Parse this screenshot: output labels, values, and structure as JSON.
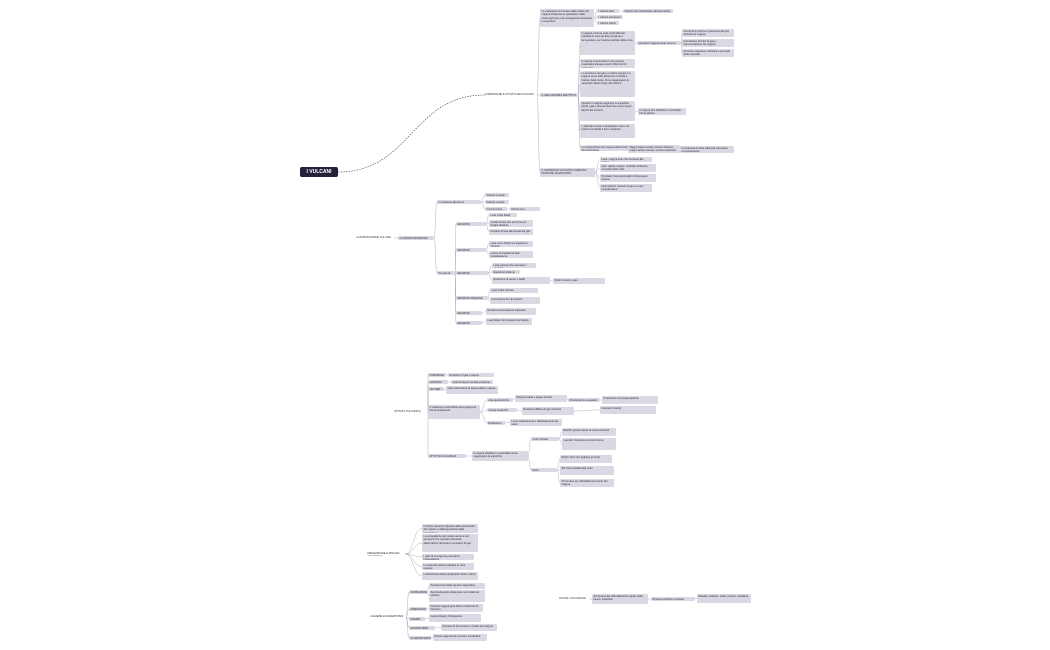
{
  "root": {
    "label": "I VULCANI"
  },
  "nodes": [
    {
      "id": "b1",
      "text": "FORMAZIONE E ATTIVITÀ DEI VULCANI"
    },
    {
      "id": "b1a",
      "text": "Le vulcaniche si formano dalla risalita del magma attraverso le spaccature della crosta terrestre e la conseguente fuoriuscita in superficie"
    },
    {
      "id": "b1a1",
      "text": "I vulcani attivi"
    },
    {
      "id": "b1a2",
      "text": "I vulcani quiescenti"
    },
    {
      "id": "b1a3",
      "text": "I vulcani spenti"
    },
    {
      "id": "b1a1x",
      "text": "Vulcani che manifestano attività eruttiva"
    },
    {
      "id": "b1b",
      "text": "IL MECCANISMO ERUTTIVO"
    },
    {
      "id": "b1b1",
      "text": "Il magma si forma nelle profondità del mantello in zone ad alta pressione e temperatura, per fusione parziale delle rocce"
    },
    {
      "id": "b1b1x",
      "text": "Quando il magma risale verso la superficie"
    },
    {
      "id": "b1b1x1",
      "text": "Aumento di volume e pressione dei gas disciolti nel magma"
    },
    {
      "id": "b1b1x2",
      "text": "Formazione di bolle di gas e frammentazione del magma"
    },
    {
      "id": "b1b1x3",
      "text": "Eruzione esplosiva o effusiva a seconda della viscosità"
    },
    {
      "id": "b1b2",
      "text": "Il magma si accumula in una camera magmatica situata a pochi chilometri di profondità"
    },
    {
      "id": "b1b3",
      "text": "La pressione dei gas e il calore spingono il magma verso l'alto attraverso condotti e fratture della crosta, fino a raggiungere la superficie dando luogo all'eruzione"
    },
    {
      "id": "b1b4",
      "text": "Quando il magma raggiunge la superficie perde i gas e diventa lava che scorre lungo i fianchi del vulcano"
    },
    {
      "id": "b1b4x",
      "text": "Il magma che solidifica in profondità forma plutoni"
    },
    {
      "id": "b1b5",
      "text": "I materiali emessi si depositano intorno al cratere formando il cono vulcanico"
    },
    {
      "id": "b1b6",
      "text": "La composizione del magma determina il tipo di eruzione"
    },
    {
      "id": "b1b6x",
      "text": "Magmi basici e fluidi: eruzioni effusive; magmi acidi e viscosi: eruzioni esplosive"
    },
    {
      "id": "b1b6x1",
      "text": "Il contenuto di silice influenza viscosità e comportamento"
    },
    {
      "id": "b1c",
      "text": "IL MATERIALE VULCANICO EMESSO DURANTE LE ERUZIONI"
    },
    {
      "id": "b1c1",
      "text": "Lava: magma fuso che fuoriesce dal cratere"
    },
    {
      "id": "b1c2",
      "text": "Gas: vapore acqueo, anidride carbonica, composti dello zolfo"
    },
    {
      "id": "b1c3",
      "text": "Piroclasti: frammenti solidi di dimensioni diverse"
    },
    {
      "id": "b1c4",
      "text": "Nubi ardenti: miscele di gas e ceneri incandescenti"
    },
    {
      "id": "b2",
      "text": "CLASSIFICAZIONE VULCANI"
    },
    {
      "id": "b2a",
      "text": "CLASSIFICAZIONE DEI VULCANI"
    },
    {
      "id": "b2a1",
      "text": "In relazione alla forma"
    },
    {
      "id": "b2a1a",
      "text": "Vulcani a scudo"
    },
    {
      "id": "b2a1b",
      "text": "Vulcani a strato"
    },
    {
      "id": "b2a1c",
      "text": "Coni di scorie"
    },
    {
      "id": "b2a1cx",
      "text": "Piccoli coni"
    },
    {
      "id": "b2a2",
      "text": "Per tipo di eruzione"
    },
    {
      "id": "b2b1",
      "text": "ERUZIONI HAWAIIANE"
    },
    {
      "id": "b2b1a",
      "text": "Lava molto fluida"
    },
    {
      "id": "b2b1b",
      "text": "Colate di lava che scorrono per lunghe distanze"
    },
    {
      "id": "b2b1c",
      "text": "Fontane di lava alimentate dai gas"
    },
    {
      "id": "b2b2",
      "text": "ERUZIONI STROMBOLIANE"
    },
    {
      "id": "b2b2a",
      "text": "Lava meno fluida con esplosioni ritmiche"
    },
    {
      "id": "b2b2b",
      "text": "Lancio di brandelli di lava incandescente"
    },
    {
      "id": "b2b3",
      "text": "ERUZIONI VULCANIANE"
    },
    {
      "id": "b2b3a",
      "text": "Lava viscosa che ostruisce il condotto"
    },
    {
      "id": "b2b3b",
      "text": "Esplosioni violente"
    },
    {
      "id": "b2b3c",
      "text": "Emissione di ceneri e lapilli"
    },
    {
      "id": "b2b3cx",
      "text": "Nubi di ceneri e gas"
    },
    {
      "id": "b2b4",
      "text": "ERUZIONI PELEANE"
    },
    {
      "id": "b2b4a",
      "text": "Lava molto viscosa"
    },
    {
      "id": "b2b4b",
      "text": "Formazione di nubi ardenti"
    },
    {
      "id": "b2b5",
      "text": "ERUZIONI PLINIANE"
    },
    {
      "id": "b2b5a",
      "text": "Eruzioni estremamente esplosive"
    },
    {
      "id": "b2b6",
      "text": "ERUZIONI ISLANDESI"
    },
    {
      "id": "b2b6a",
      "text": "Lava fluida che fuoriesce da fratture"
    },
    {
      "id": "b3",
      "text": "ATTIVITÀ VULCANICA"
    },
    {
      "id": "b3a",
      "text": "FUMAROLE"
    },
    {
      "id": "b3ax",
      "text": "Emissioni di gas e vapore"
    },
    {
      "id": "b3b",
      "text": "SOFFIONI"
    },
    {
      "id": "b3bx",
      "text": "Getti di vapore ad alta pressione"
    },
    {
      "id": "b3c",
      "text": "GEYSER"
    },
    {
      "id": "b3cx",
      "text": "Getti intermittenti di acqua calda e vapore"
    },
    {
      "id": "b3d",
      "text": "Il vulcanismo secondario accompagna le fasi di quiescenza"
    },
    {
      "id": "b3d1",
      "text": "Aree geotermiche"
    },
    {
      "id": "b3d1x",
      "text": "Sorgenti calde e acque termali"
    },
    {
      "id": "b3d1y",
      "text": "Sfruttamento energetico"
    },
    {
      "id": "b3d1z",
      "text": "Produzione di energia elettrica"
    },
    {
      "id": "b3d2",
      "text": "Campi fumarolici"
    },
    {
      "id": "b3d2x",
      "text": "Emissioni diffuse di gas vulcanici"
    },
    {
      "id": "b3d2y",
      "text": "Depositi minerali"
    },
    {
      "id": "b3d3",
      "text": "Bradisismo"
    },
    {
      "id": "b3d3x",
      "text": "Lento sollevamento e abbassamento del suolo"
    },
    {
      "id": "b3e",
      "text": "ATTIVITÀ VULCANICA INTRUSIVA"
    },
    {
      "id": "b3ex",
      "text": "Il magma solidifica in profondità senza raggiungere la superficie"
    },
    {
      "id": "b3e1",
      "text": "Corpi intrusivi"
    },
    {
      "id": "b3e1a",
      "text": "Batoliti: grandi masse di roccia intrusiva"
    },
    {
      "id": "b3e1b",
      "text": "Laccoliti: intrusioni a forma di lente"
    },
    {
      "id": "b3e2",
      "text": "Filoni"
    },
    {
      "id": "b3e2a",
      "text": "Dicchi: filoni che tagliano gli strati"
    },
    {
      "id": "b3e2b",
      "text": "Sill: filoni paralleli agli strati"
    },
    {
      "id": "b3e2c",
      "text": "Si formano per raffreddamento lento del magma"
    },
    {
      "id": "b4",
      "text": "PREVENZIONE E RISCHIO VULCANICO"
    },
    {
      "id": "b4a",
      "text": "Il rischio vulcanico dipende dalla pericolosità del vulcano e dall'esposizione della popolazione"
    },
    {
      "id": "b4b",
      "text": "La sorveglianza dei vulcani avviene con strumenti che misurano sismicità, deformazioni del suolo e emissioni di gas"
    },
    {
      "id": "b4c",
      "text": "I piani di emergenza prevedono l'evacuazione"
    },
    {
      "id": "b4d",
      "text": "La carta del rischio individua le zone esposte"
    },
    {
      "id": "b4e",
      "text": "L'educazione della popolazione riduce i danni"
    },
    {
      "id": "b5",
      "text": "CALDERE E MAGMATISMO"
    },
    {
      "id": "b5a",
      "text": "FORMAZIONE"
    },
    {
      "id": "b5a1",
      "text": "Svuotamento della camera magmatica"
    },
    {
      "id": "b5a2",
      "text": "Sprofondamento della parte sommitale del vulcano"
    },
    {
      "id": "b5b",
      "text": "DIMENSIONI"
    },
    {
      "id": "b5bx",
      "text": "Possono raggiungere diversi chilometri di diametro"
    },
    {
      "id": "b5c",
      "text": "ESEMPI"
    },
    {
      "id": "b5cx",
      "text": "Campi Flegrei, Yellowstone"
    },
    {
      "id": "b5d",
      "text": "MAGMATISMO"
    },
    {
      "id": "b5dx",
      "text": "Processi di formazione e risalita del magma"
    },
    {
      "id": "b5e",
      "text": "CLASSIFICAZIONE"
    },
    {
      "id": "b5ex",
      "text": "Rocce magmatiche intrusive ed effusive"
    },
    {
      "id": "b6",
      "text": "ROCCE VULCANICHE"
    },
    {
      "id": "b6a",
      "text": "Si formano dal raffreddamento rapido della lava in superficie"
    },
    {
      "id": "b6b",
      "text": "Struttura porfirica o vetrosa"
    },
    {
      "id": "b6c",
      "text": "Basalto, andesite, riolite, pomice, ossidiana"
    }
  ]
}
